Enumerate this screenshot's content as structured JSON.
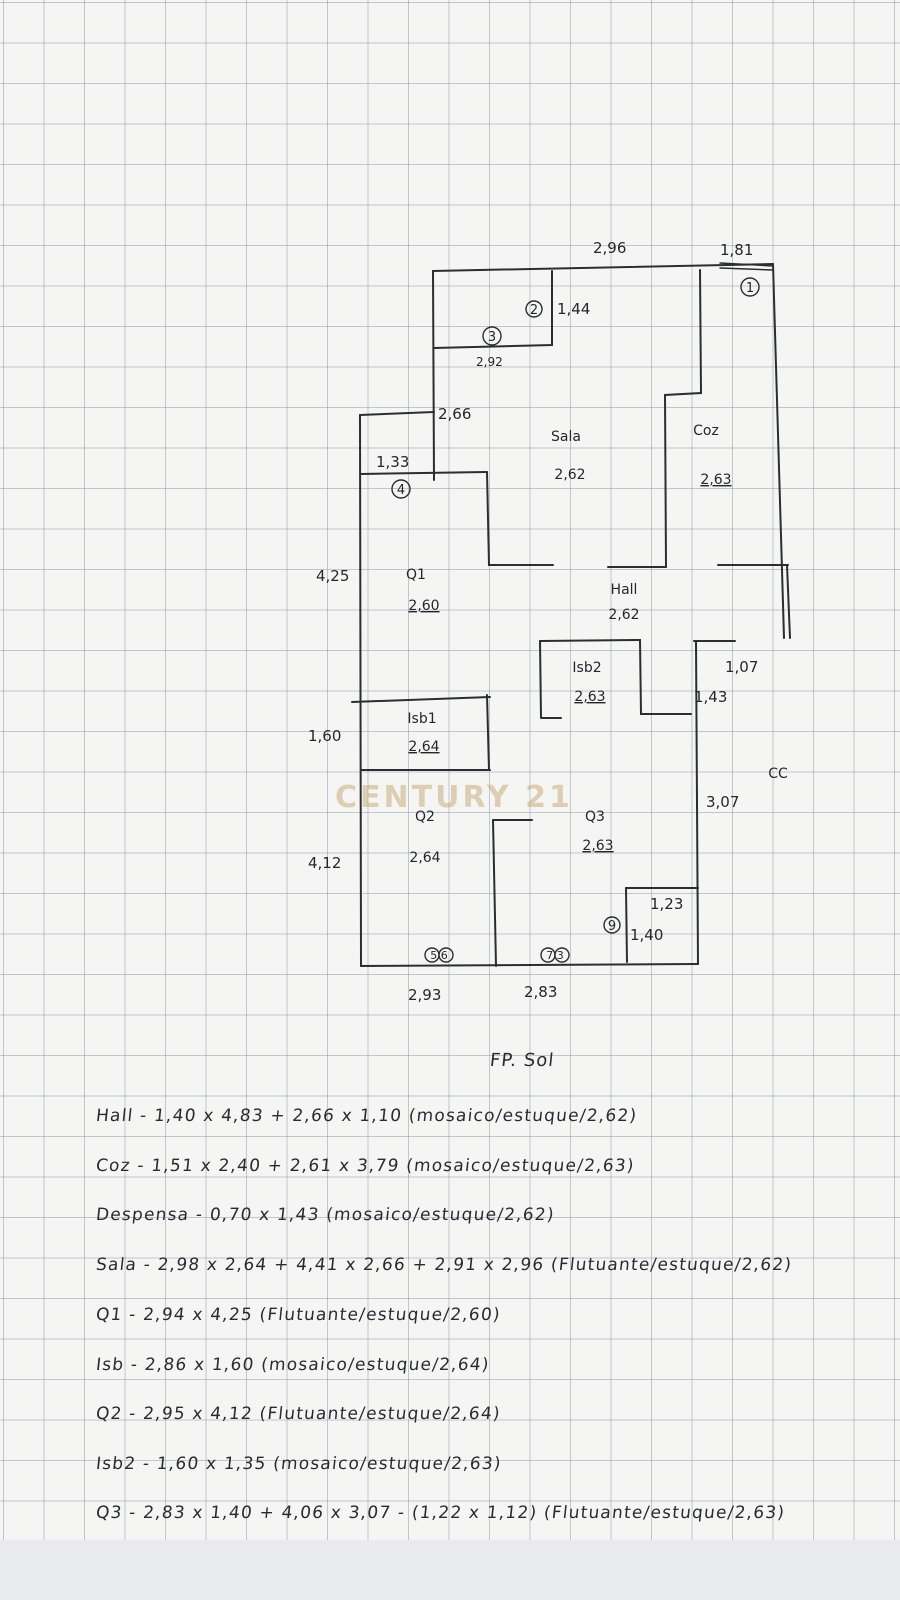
{
  "watermark": "CENTURY 21",
  "plan_title": "FP. Sol",
  "rooms": {
    "sala": "Sala",
    "sala_height": "2,62",
    "cozinha": "Coz",
    "cozinha_height": "2,63",
    "hall": "Hall",
    "hall_height": "2,62",
    "quarto1": "Q1",
    "quarto1_height": "2,60",
    "isb1": "Isb1",
    "isb1_height": "2,64",
    "isb2": "Isb2",
    "isb2_height": "2,63",
    "quarto2": "Q2",
    "quarto2_height": "2,64",
    "quarto3": "Q3",
    "quarto3_height": "2,63",
    "cc": "CC"
  },
  "dimensions": {
    "top_width": "2,96",
    "top_right_width": "1,81",
    "d_144": "1,44",
    "d_292": "2,92",
    "d_266": "2,66",
    "d_133": "1,33",
    "d_425": "4,25",
    "d_160": "1,60",
    "d_412": "4,12",
    "d_107": "1,07",
    "d_143": "1,43",
    "d_307": "3,07",
    "d_123": "1,23",
    "d_140": "1,40",
    "bottom_left": "2,93",
    "bottom_right": "2,83"
  },
  "markers": {
    "m1": "1",
    "m2": "2",
    "m3": "3",
    "m4": "4",
    "m9": "9",
    "pair_left": "5 6",
    "pair_right": "7 3"
  },
  "legend": [
    "Hall - 1,40 x 4,83 + 2,66 x 1,10  (mosaico/estuque/2,62)",
    "Coz - 1,51 x 2,40 + 2,61 x 3,79  (mosaico/estuque/2,63)",
    "Despensa - 0,70 x 1,43  (mosaico/estuque/2,62)",
    "Sala - 2,98 x 2,64 + 4,41 x 2,66 + 2,91 x 2,96  (Flutuante/estuque/2,62)",
    "Q1 - 2,94 x 4,25  (Flutuante/estuque/2,60)",
    "Isb - 2,86 x 1,60  (mosaico/estuque/2,64)",
    "Q2 - 2,95 x 4,12  (Flutuante/estuque/2,64)",
    "Isb2 - 1,60 x 1,35  (mosaico/estuque/2,63)",
    "Q3 - 2,83 x 1,40 + 4,06 x 3,07 - (1,22 x 1,12)  (Flutuante/estuque/2,63)"
  ]
}
